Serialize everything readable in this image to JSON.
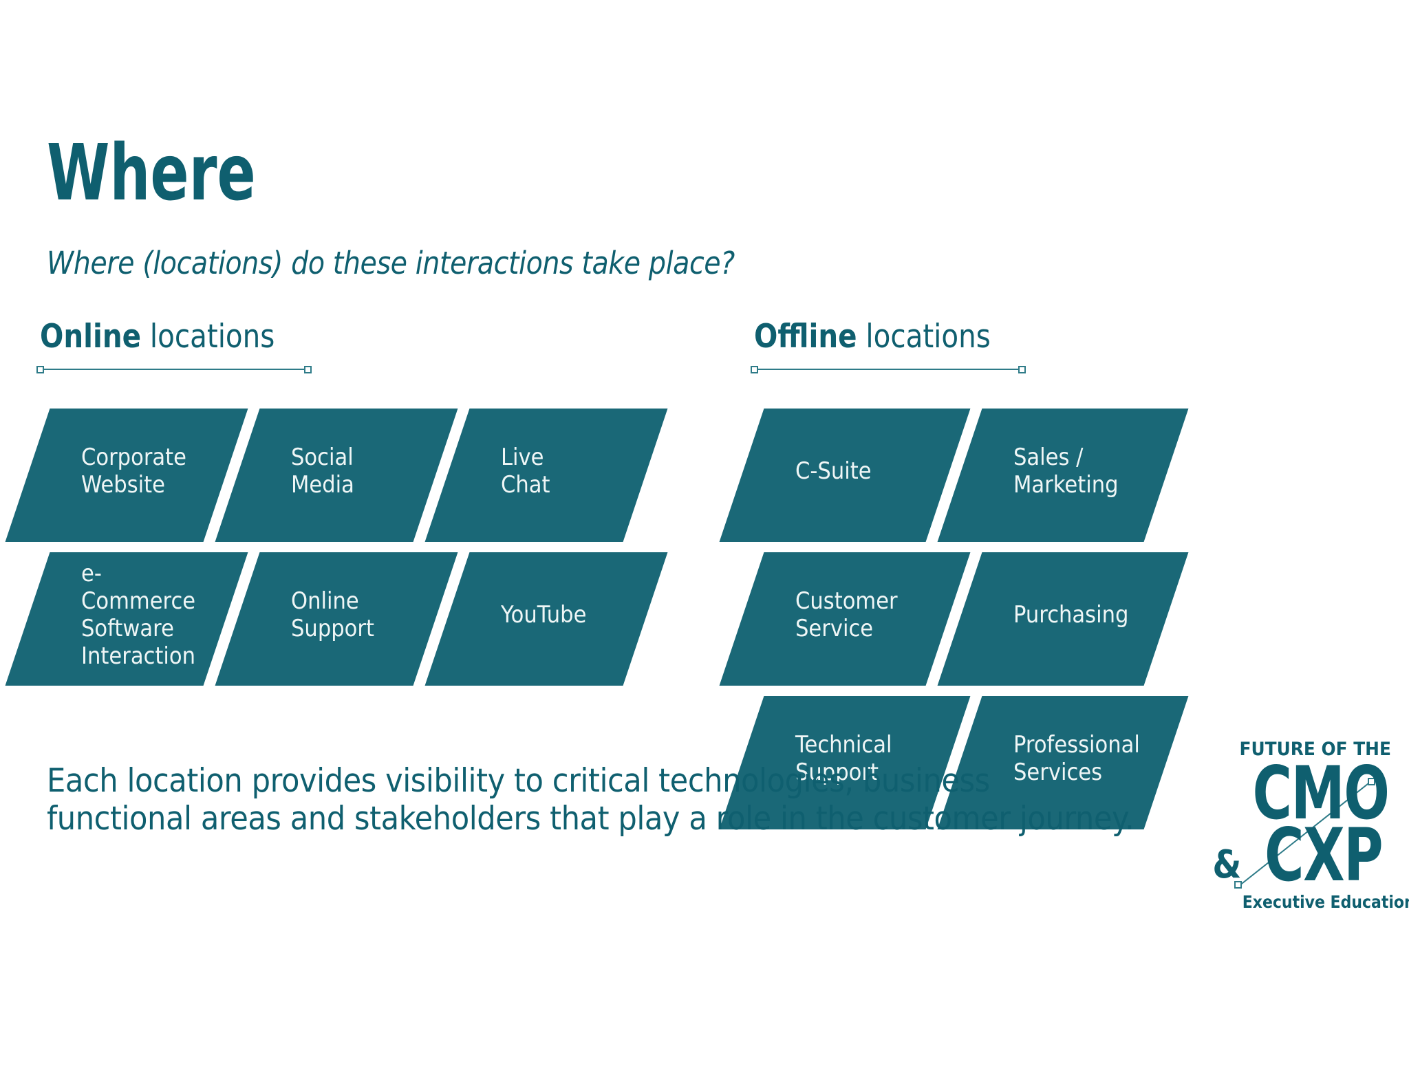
{
  "slide": {
    "title": "Where",
    "subtitle": "Where (locations) do these interactions take place?",
    "footer": {
      "line1": "Each location provides visibility to critical technologies, business",
      "line2": "functional areas and stakeholders that play a role in the customer journey."
    }
  },
  "sections": [
    {
      "heading_bold": "Online",
      "heading_rest": " locations",
      "items": [
        {
          "label": "Corporate\nWebsite"
        },
        {
          "label": "Social\nMedia"
        },
        {
          "label": "Live\nChat"
        },
        {
          "label": "e-Commerce\nSoftware\nInteraction"
        },
        {
          "label": "Online\nSupport"
        },
        {
          "label": "YouTube"
        }
      ]
    },
    {
      "heading_bold": "Offline",
      "heading_rest": " locations",
      "items": [
        {
          "label": "C-Suite"
        },
        {
          "label": "Sales /\nMarketing"
        },
        {
          "label": "Customer\nService"
        },
        {
          "label": "Purchasing"
        },
        {
          "label": "Technical\nSupport"
        },
        {
          "label": "Professional\nServices"
        }
      ]
    }
  ],
  "logo": {
    "kicker": "FUTURE OF THE",
    "cmo": "CMO",
    "amp": "&",
    "cxp": "CXP",
    "series": "Executive Education Series"
  },
  "colors": {
    "teal_text": "#0F5F6F",
    "teal_shape": "#1A6877",
    "underline": "#2E7B88",
    "card_label": "#EFF6F6",
    "background": "#FFFFFF"
  }
}
